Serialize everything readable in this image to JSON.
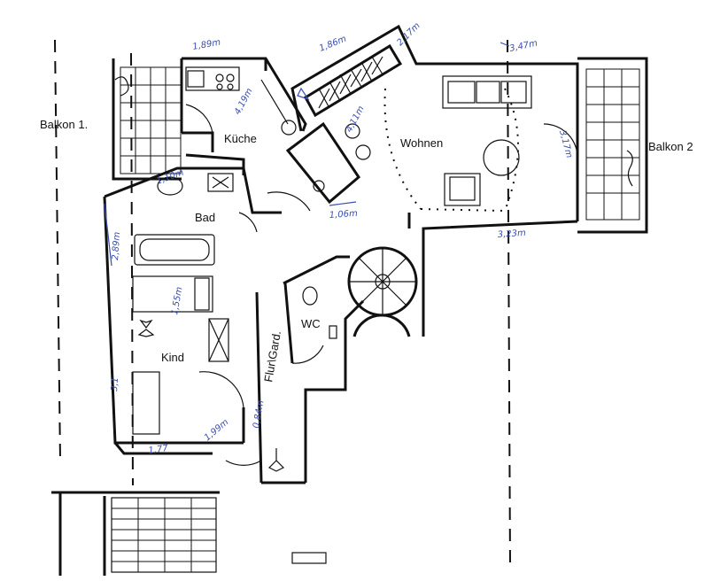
{
  "rooms": {
    "balkon1": "Balkon 1.",
    "balkon2": "Balkon 2",
    "kueche": "Küche",
    "wohnen": "Wohnen",
    "bad": "Bad",
    "kind": "Kind",
    "flur": "Flur\\Gard.",
    "wc": "WC"
  },
  "dimensions": {
    "d1": "1,89m",
    "d2": "1,86m",
    "d3": "3,47m",
    "d4": "2,17m",
    "d5": "4,11m",
    "d6": "1,10m",
    "d7": "1,06m",
    "d8": "3,23m",
    "d9": "3,17m",
    "d10": "2,89m",
    "d11": "4,19m",
    "d12": "1,55m",
    "d13": "3,1",
    "d14": "0,84m",
    "d15": "1,99m",
    "d16": "1,77"
  }
}
